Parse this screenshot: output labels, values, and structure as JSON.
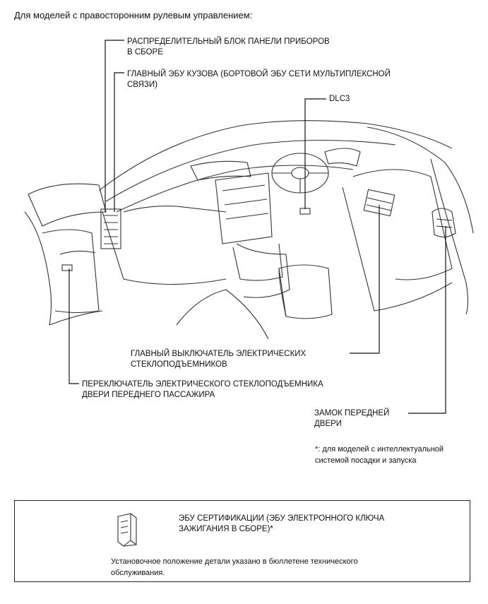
{
  "heading": "Для моделей с правосторонним рулевым управлением:",
  "labels": {
    "junction_block": [
      "РАСПРЕДЕЛИТЕЛЬНЫЙ БЛОК ПАНЕЛИ ПРИБОРОВ",
      "В СБОРЕ"
    ],
    "body_ecu": [
      "ГЛАВНЫЙ ЭБУ КУЗОВА (БОРТОВОЙ ЭБУ СЕТИ МУЛЬТИПЛЕКСНОЙ",
      "СВЯЗИ)"
    ],
    "dlc3": "DLC3",
    "master_switch": [
      "ГЛАВНЫЙ ВЫКЛЮЧАТЕЛЬ ЭЛЕКТРИЧЕСКИХ",
      "СТЕКЛОПОДЪЕМНИКОВ"
    ],
    "passenger_switch": [
      "ПЕРЕКЛЮЧАТЕЛЬ ЭЛЕКТРИЧЕСКОГО СТЕКЛОПОДЪЕМНИКА",
      "ДВЕРИ ПЕРЕДНЕГО ПАССАЖИРА"
    ],
    "door_lock": [
      "ЗАМОК ПЕРЕДНЕЙ",
      "ДВЕРИ"
    ]
  },
  "footnote": [
    "*: для моделей с интеллектуальной",
    "системой посадки и запуска"
  ],
  "box": {
    "certification_ecu": [
      "ЭБУ СЕРТИФИКАЦИИ (ЭБУ ЭЛЕКТРОННОГО КЛЮЧА",
      "ЗАЖИГАНИЯ В СБОРЕ)*"
    ],
    "install_note": [
      "Установочное положение детали указано в бюллетене технического",
      "обслуживания."
    ]
  }
}
